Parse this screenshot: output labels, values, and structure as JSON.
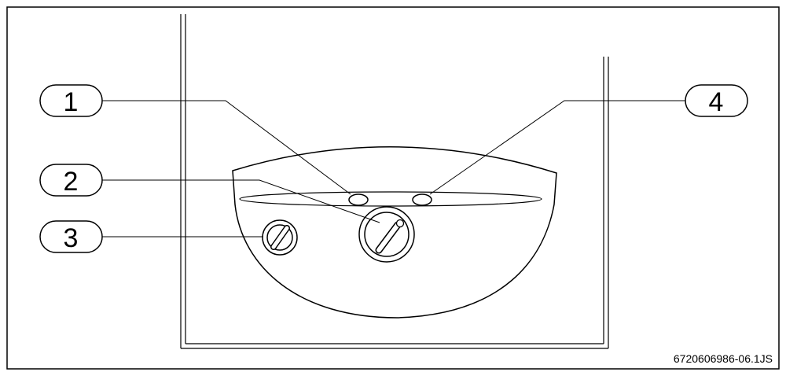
{
  "callouts": [
    {
      "id": "1",
      "label": "1"
    },
    {
      "id": "2",
      "label": "2"
    },
    {
      "id": "3",
      "label": "3"
    },
    {
      "id": "4",
      "label": "4"
    }
  ],
  "reference_code": "6720606986-06.1JS",
  "colors": {
    "stroke": "#000000",
    "background": "#ffffff"
  }
}
